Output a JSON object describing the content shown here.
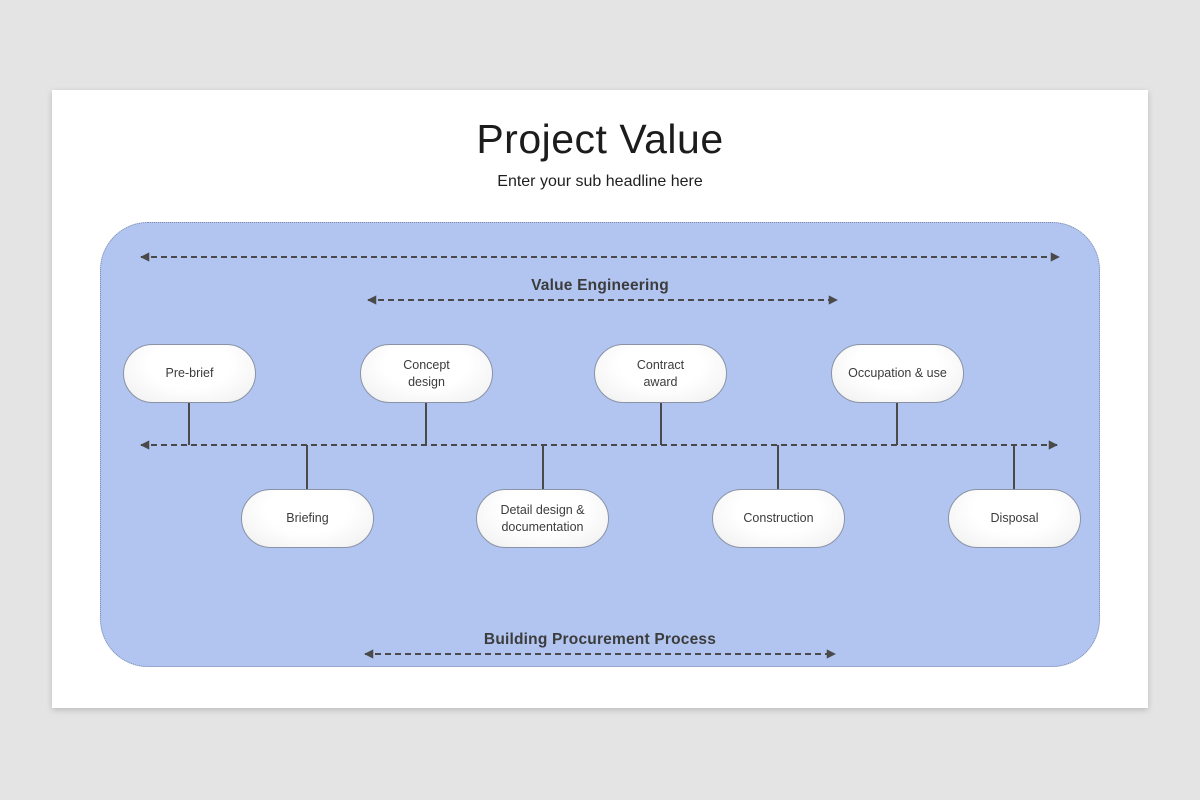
{
  "slide": {
    "title": "Project Value",
    "subtitle": "Enter your sub headline here"
  },
  "colors": {
    "canvas_bg": "#e5e4e4",
    "slide_bg": "#ffffff",
    "panel_fill": "#b1c5f0",
    "panel_border": "#7c89ab",
    "line": "#4a4a4a",
    "node_border": "#8a93a6",
    "text_dark": "#3c3c3c"
  },
  "diagram": {
    "top_axis_label": "Value Engineering",
    "bottom_axis_label": "Building Procurement Process",
    "top_nodes": [
      {
        "label": "Pre-brief"
      },
      {
        "label": "Concept\ndesign"
      },
      {
        "label": "Contract\naward"
      },
      {
        "label": "Occupation & use"
      }
    ],
    "bottom_nodes": [
      {
        "label": "Briefing"
      },
      {
        "label": "Detail design &\ndocumentation"
      },
      {
        "label": "Construction"
      },
      {
        "label": "Disposal"
      }
    ]
  }
}
